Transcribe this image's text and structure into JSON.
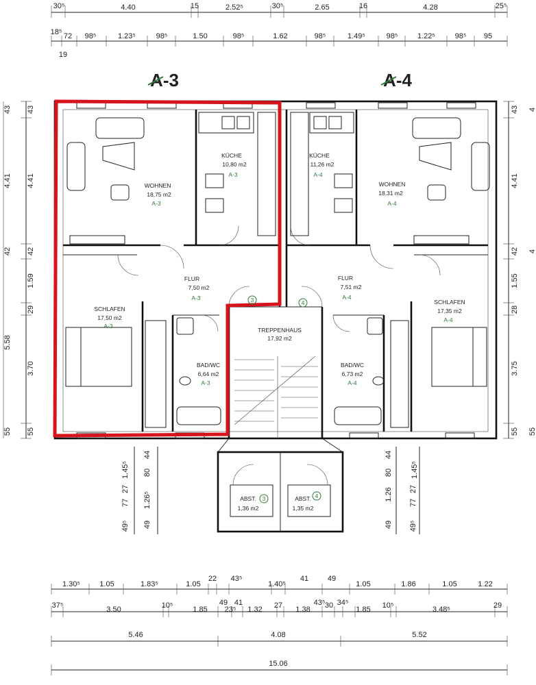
{
  "units": [
    {
      "id": "A-3",
      "label": "A-3"
    },
    {
      "id": "A-4",
      "label": "A-4"
    }
  ],
  "rooms": {
    "a3_wohnen": {
      "name": "WOHNEN",
      "area": "18,75 m2",
      "tag": "A-3"
    },
    "a3_kueche": {
      "name": "KÜCHE",
      "area": "10,80 m2",
      "tag": "A-3"
    },
    "a3_flur": {
      "name": "FLUR",
      "area": "7,50 m2",
      "tag": "A-3"
    },
    "a3_schlafen": {
      "name": "SCHLAFEN",
      "area": "17,50 m2",
      "tag": "A-3"
    },
    "a3_bad": {
      "name": "BAD/WC",
      "area": "6,64 m2",
      "tag": "A-3"
    },
    "a4_kueche": {
      "name": "KÜCHE",
      "area": "11,26 m2",
      "tag": "A-4"
    },
    "a4_wohnen": {
      "name": "WOHNEN",
      "area": "18,31 m2",
      "tag": "A-4"
    },
    "a4_flur": {
      "name": "FLUR",
      "area": "7,51 m2",
      "tag": "A-4"
    },
    "a4_schlafen": {
      "name": "SCHLAFEN",
      "area": "17,35 m2",
      "tag": "A-4"
    },
    "a4_bad": {
      "name": "BAD/WC",
      "area": "6,73 m2",
      "tag": "A-4"
    },
    "treppenhaus": {
      "name": "TREPPENHAUS",
      "area": "17,92 m2"
    },
    "abst3": {
      "name": "ABST.",
      "area": "1,36 m2",
      "tag": "3"
    },
    "abst4": {
      "name": "ABST.",
      "area": "1,35 m2",
      "tag": "4"
    }
  },
  "door_tags": {
    "d3": "3",
    "d4": "4"
  },
  "dimensions": {
    "top1": [
      "30⁵",
      "4.40",
      "15",
      "2.52⁵",
      "30⁵",
      "2.65",
      "16",
      "4.28",
      "25⁵"
    ],
    "top2": [
      "18⁵",
      "72",
      "98⁵",
      "1.23⁵",
      "98⁵",
      "1.50",
      "98⁵",
      "1.62",
      "98⁵",
      "1.49⁵",
      "98⁵",
      "1.22⁵",
      "98⁵",
      "95"
    ],
    "top2_sub": "19",
    "left": [
      "43",
      "4.41",
      "42",
      "1.59",
      "29",
      "3.70",
      "55"
    ],
    "left_outer": "5.58",
    "right": [
      "43",
      "4.41",
      "42",
      "1.55",
      "28",
      "3.75",
      "55"
    ],
    "right_outer_digit": "4",
    "bl_v": [
      "1.45⁵",
      "44",
      "80",
      "27",
      "77",
      "1.26⁵",
      "49⁵",
      "49"
    ],
    "br_v": [
      "44",
      "80",
      "1.45⁵",
      "1.26",
      "27",
      "77",
      "49",
      "49⁵"
    ],
    "bot1": [
      "1.30⁵",
      "1.05",
      "1.83⁵",
      "1.05",
      "22",
      "43⁵",
      "1.40⁵",
      "41",
      "49",
      "1.05",
      "1.86",
      "1.05",
      "1.22"
    ],
    "bot2": [
      "37⁵",
      "3.50",
      "10⁵",
      "1.85",
      "49",
      "23⁵",
      "41",
      "1.32",
      "27",
      "1.38",
      "43⁵",
      "30",
      "34⁵",
      "1.85",
      "10⁵",
      "3.48⁵",
      "29"
    ],
    "bot3": [
      "5.46",
      "4.08",
      "5.52"
    ],
    "bot4": "15.06"
  }
}
